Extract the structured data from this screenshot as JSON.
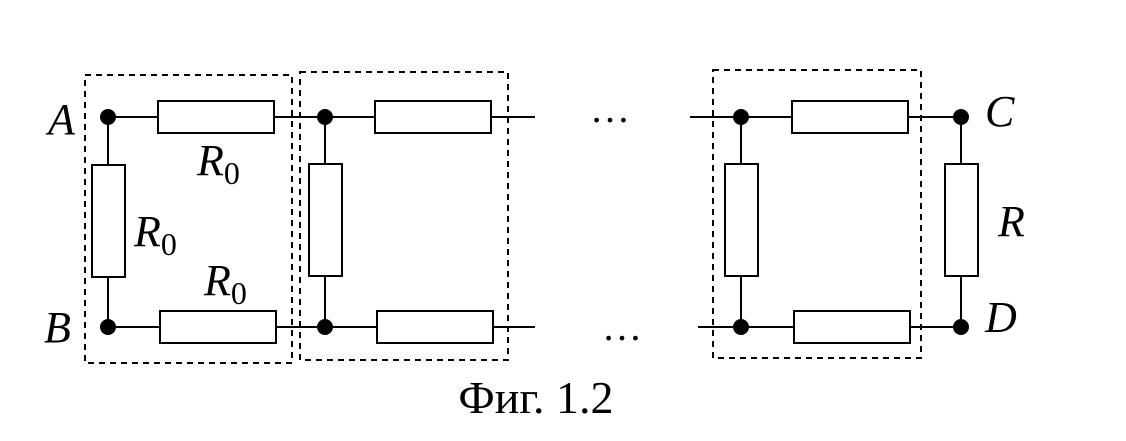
{
  "diagram": {
    "labels": {
      "node_a": "A",
      "node_b": "B",
      "node_c": "C",
      "node_d": "D"
    },
    "resistors": {
      "symbol": "R",
      "subscript": "0",
      "load_label": "R"
    },
    "ellipsis": "…",
    "caption": "Фиг. 1.2"
  }
}
